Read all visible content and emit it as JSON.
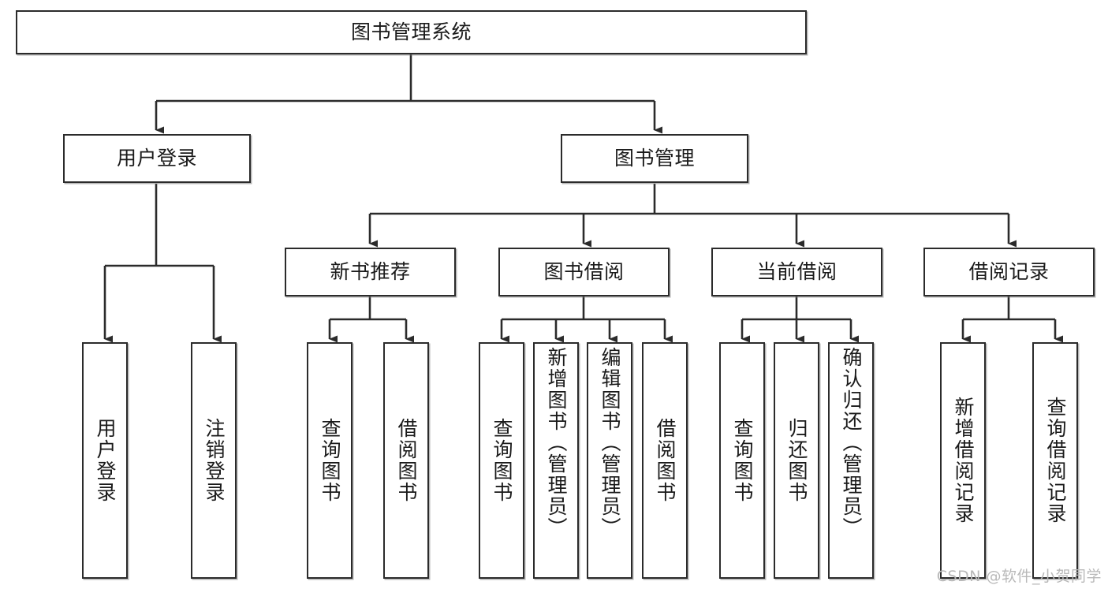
{
  "diagram": {
    "title": "图书管理系统",
    "type": "tree-hierarchy-chart",
    "root": {
      "label": "图书管理系统"
    },
    "level1": [
      {
        "label": "用户登录"
      },
      {
        "label": "图书管理"
      }
    ],
    "level2": [
      {
        "label": "新书推荐"
      },
      {
        "label": "图书借阅"
      },
      {
        "label": "当前借阅"
      },
      {
        "label": "借阅记录"
      }
    ],
    "leaves": {
      "user_login": [
        {
          "label": "用户登录"
        },
        {
          "label": "注销登录"
        }
      ],
      "new_book_recommend": [
        {
          "label": "查询图书"
        },
        {
          "label": "借阅图书"
        }
      ],
      "book_borrow": [
        {
          "label": "查询图书"
        },
        {
          "label": "新增图书（管理员）"
        },
        {
          "label": "编辑图书（管理员）"
        },
        {
          "label": "借阅图书"
        }
      ],
      "current_borrow": [
        {
          "label": "查询图书"
        },
        {
          "label": "归还图书"
        },
        {
          "label": "确认归还（管理员）"
        }
      ],
      "borrow_record": [
        {
          "label": "新增借阅记录"
        },
        {
          "label": "查询借阅记录"
        }
      ]
    }
  },
  "watermark": {
    "text": "CSDN @软件_小贺同学"
  },
  "colors": {
    "node_border": "#2b2b2b",
    "node_fill": "#ffffff",
    "edge": "#2b2b2b",
    "text": "#1a1a1a",
    "watermark": "#b9b9b9",
    "background": "#ffffff"
  }
}
